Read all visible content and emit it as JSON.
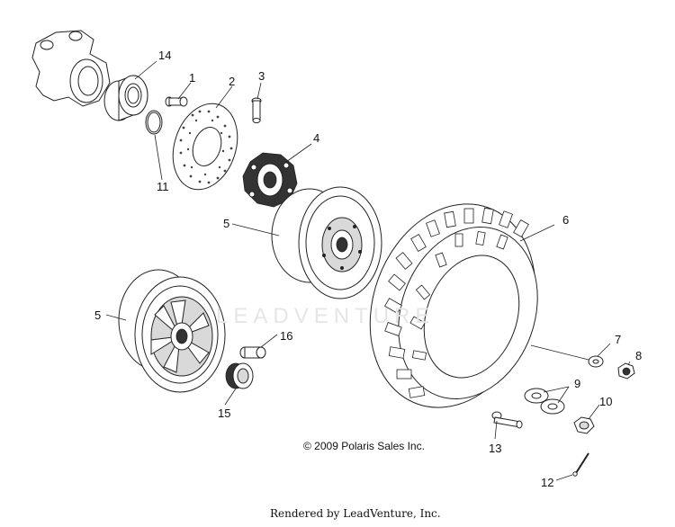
{
  "watermark": "LEADVENTURE",
  "copyright": "© 2009 Polaris Sales Inc.",
  "rendered_by": "Rendered by LeadVenture, Inc.",
  "callouts": {
    "c1": "1",
    "c2": "2",
    "c3": "3",
    "c4": "4",
    "c5a": "5",
    "c5b": "5",
    "c6": "6",
    "c7": "7",
    "c8": "8",
    "c9": "9",
    "c10": "10",
    "c11": "11",
    "c12": "12",
    "c13": "13",
    "c14": "14",
    "c15": "15",
    "c16": "16"
  }
}
